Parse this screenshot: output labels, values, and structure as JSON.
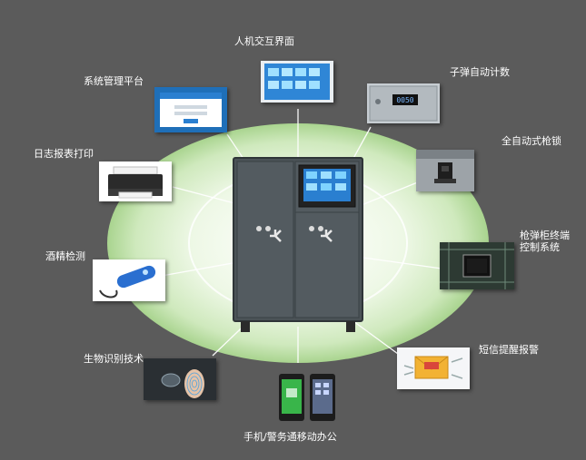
{
  "colors": {
    "background": "#5b5b5b",
    "ellipse_glow": "#e8f5dd",
    "ellipse_edge": "#b7dca2",
    "cabinet_body": "#4d5459",
    "screen_blue": "#2a7fd0"
  },
  "labels": {
    "hmi": "人机交互界面",
    "system_platform": "系统管理平台",
    "bullet_counter": "子弹自动计数",
    "auto_lock": "全自动式枪锁",
    "log_print": "日志报表打印",
    "terminal_line1": "枪弹柜终端",
    "terminal_line2": "控制系统",
    "alcohol": "酒精检测",
    "sms_alarm": "短信提醒报警",
    "biometric": "生物识别技术",
    "mobile_office": "手机/警务通移动办公"
  },
  "screens": {
    "counter_readout": "0050"
  },
  "icons": {
    "hmi": "touchscreen-ui-image",
    "system_platform": "login-window-image",
    "bullet_counter": "counter-panel-image",
    "auto_lock": "gun-lock-image",
    "log_print": "printer-image",
    "terminal": "circuit-board-image",
    "alcohol": "breathalyzer-image",
    "sms_alarm": "sms-envelope-image",
    "biometric": "fingerprint-image",
    "mobile_office": "smartphones-image",
    "cabinet": "gun-cabinet-image"
  }
}
